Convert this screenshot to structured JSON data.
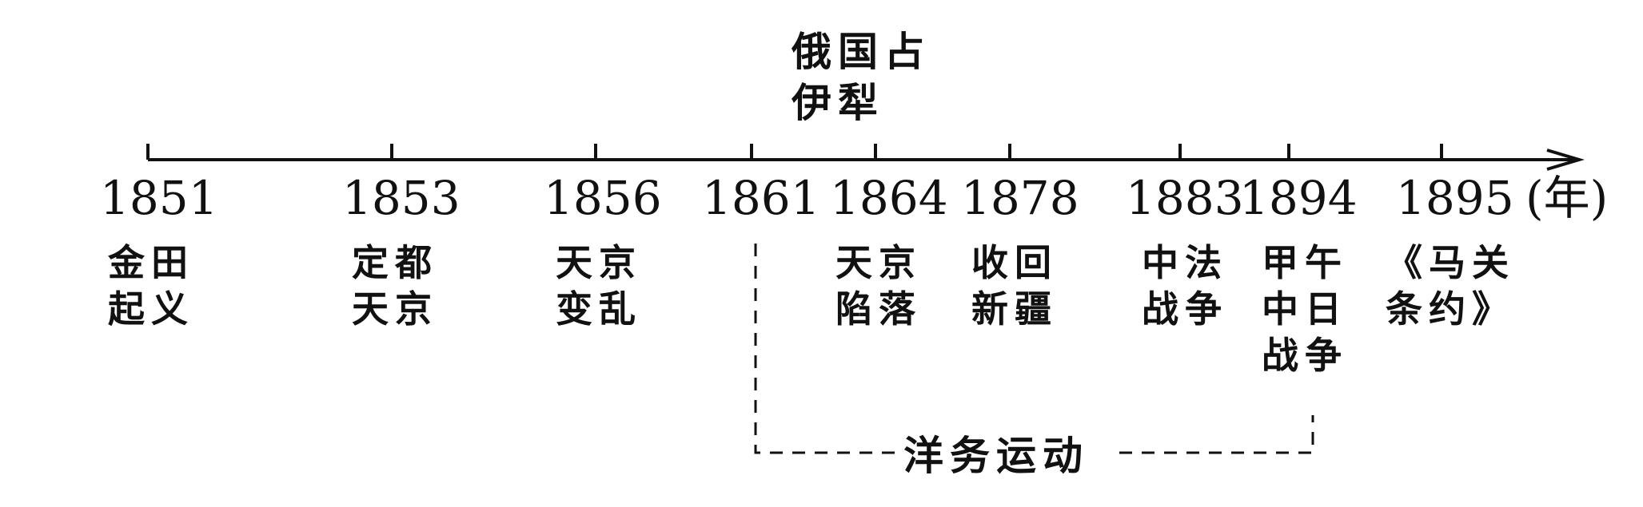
{
  "timeline": {
    "unit": "(年)",
    "years": [
      "1851",
      "1853",
      "1856",
      "1861",
      "1864",
      "1878",
      "1883",
      "1894",
      "1895"
    ],
    "events_below": [
      {
        "year": "1851",
        "lines": [
          "金田",
          "起义"
        ]
      },
      {
        "year": "1853",
        "lines": [
          "定都",
          "天京"
        ]
      },
      {
        "year": "1856",
        "lines": [
          "天京",
          "变乱"
        ]
      },
      {
        "year": "1864",
        "lines": [
          "天京",
          "陷落"
        ]
      },
      {
        "year": "1878",
        "lines": [
          "收回",
          "新疆"
        ]
      },
      {
        "year": "1883",
        "lines": [
          "中法",
          "战争"
        ]
      },
      {
        "year": "1894",
        "lines": [
          "甲午",
          "中日",
          "战争"
        ]
      },
      {
        "year": "1895",
        "lines": [
          "《马关",
          "条约》"
        ]
      }
    ],
    "event_above": {
      "year": "1861",
      "lines": [
        "俄国占",
        "伊犁"
      ]
    },
    "span": {
      "from": "1861",
      "to": "1894",
      "label": "洋务运动"
    }
  }
}
